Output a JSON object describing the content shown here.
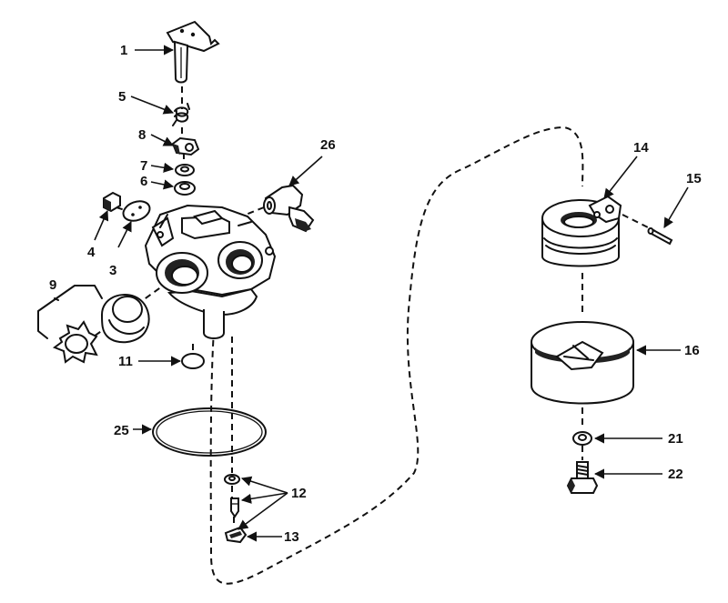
{
  "labels": {
    "p1": "1",
    "p3": "3",
    "p4": "4",
    "p5": "5",
    "p6": "6",
    "p7": "7",
    "p8": "8",
    "p9": "9",
    "p11": "11",
    "p12": "12",
    "p13": "13",
    "p14": "14",
    "p15": "15",
    "p16": "16",
    "p21": "21",
    "p22": "22",
    "p25": "25",
    "p26": "26"
  }
}
